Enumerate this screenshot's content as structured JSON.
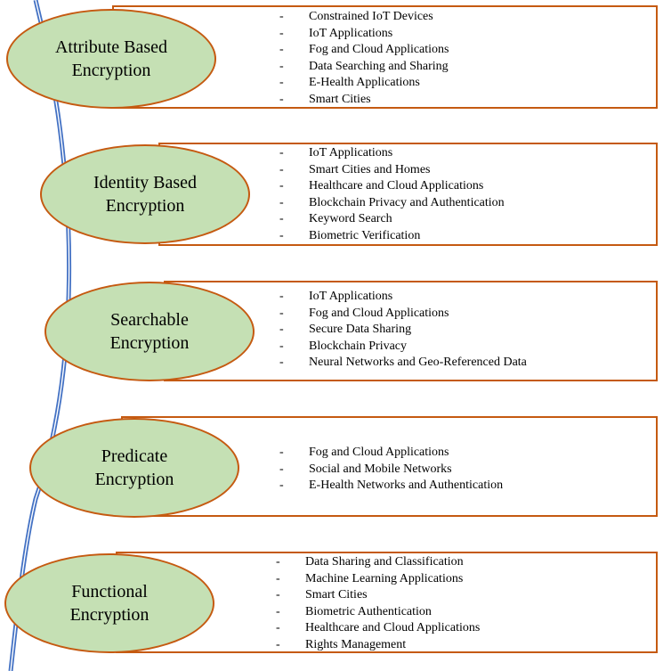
{
  "theme": {
    "border_color": "#c55a11",
    "ellipse_fill": "#c5e0b4",
    "spine_color": "#4472c4"
  },
  "bullet": "-",
  "sections": [
    {
      "title_line1": "Attribute Based",
      "title_line2": "Encryption",
      "items": [
        "Constrained IoT Devices",
        "IoT Applications",
        "Fog and Cloud Applications",
        "Data Searching and Sharing",
        "E-Health Applications",
        "Smart Cities"
      ]
    },
    {
      "title_line1": "Identity Based",
      "title_line2": "Encryption",
      "items": [
        "IoT Applications",
        "Smart Cities and Homes",
        "Healthcare and Cloud Applications",
        "Blockchain Privacy and Authentication",
        "Keyword Search",
        "Biometric Verification"
      ]
    },
    {
      "title_line1": "Searchable",
      "title_line2": "Encryption",
      "items": [
        "IoT Applications",
        "Fog and Cloud Applications",
        "Secure Data Sharing",
        "Blockchain Privacy",
        "Neural Networks and Geo-Referenced Data"
      ]
    },
    {
      "title_line1": "Predicate",
      "title_line2": "Encryption",
      "items": [
        "Fog and Cloud Applications",
        "Social and Mobile Networks",
        "E-Health Networks and Authentication"
      ]
    },
    {
      "title_line1": "Functional",
      "title_line2": "Encryption",
      "items": [
        "Data Sharing and Classification",
        "Machine Learning Applications",
        "Smart Cities",
        "Biometric Authentication",
        "Healthcare and Cloud Applications",
        "Rights Management"
      ]
    }
  ]
}
